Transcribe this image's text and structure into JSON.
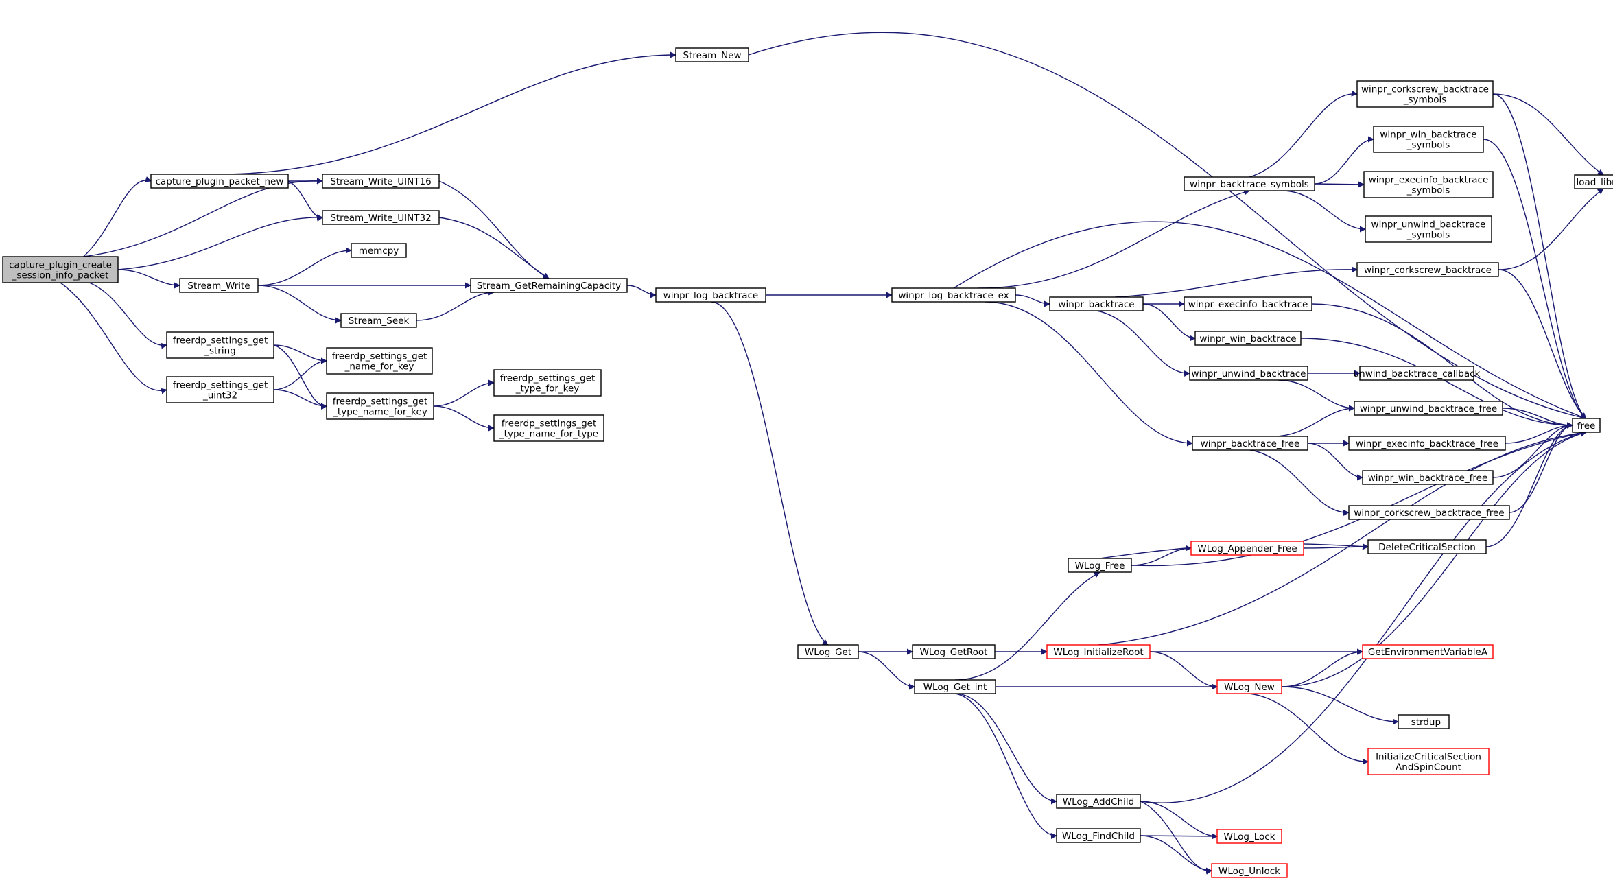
{
  "graph": {
    "colors": {
      "edge": "#191970",
      "node_border": "#000000",
      "node_border_truncated": "#ff0000",
      "root_fill": "#bfbfbf",
      "node_fill": "#ffffff"
    },
    "nodes": [
      {
        "id": "root",
        "lines": [
          "capture_plugin_create",
          "_session_info_packet"
        ],
        "style": "root"
      },
      {
        "id": "packet_new",
        "lines": [
          "capture_plugin_packet_new"
        ]
      },
      {
        "id": "stream_new",
        "lines": [
          "Stream_New"
        ]
      },
      {
        "id": "write_u16",
        "lines": [
          "Stream_Write_UINT16"
        ]
      },
      {
        "id": "write_u32",
        "lines": [
          "Stream_Write_UINT32"
        ]
      },
      {
        "id": "memcpy",
        "lines": [
          "memcpy"
        ]
      },
      {
        "id": "stream_write",
        "lines": [
          "Stream_Write"
        ]
      },
      {
        "id": "get_rem_cap",
        "lines": [
          "Stream_GetRemainingCapacity"
        ]
      },
      {
        "id": "stream_seek",
        "lines": [
          "Stream_Seek"
        ]
      },
      {
        "id": "fs_get_string",
        "lines": [
          "freerdp_settings_get",
          "_string"
        ]
      },
      {
        "id": "fs_get_name",
        "lines": [
          "freerdp_settings_get",
          "_name_for_key"
        ]
      },
      {
        "id": "fs_get_uint32",
        "lines": [
          "freerdp_settings_get",
          "_uint32"
        ]
      },
      {
        "id": "fs_get_type_name",
        "lines": [
          "freerdp_settings_get",
          "_type_name_for_key"
        ]
      },
      {
        "id": "fs_get_type_key",
        "lines": [
          "freerdp_settings_get",
          "_type_for_key"
        ]
      },
      {
        "id": "fs_get_type_type",
        "lines": [
          "freerdp_settings_get",
          "_type_name_for_type"
        ]
      },
      {
        "id": "log_bt",
        "lines": [
          "winpr_log_backtrace"
        ]
      },
      {
        "id": "log_bt_ex",
        "lines": [
          "winpr_log_backtrace_ex"
        ]
      },
      {
        "id": "bt_symbols",
        "lines": [
          "winpr_backtrace_symbols"
        ]
      },
      {
        "id": "backtrace",
        "lines": [
          "winpr_backtrace"
        ]
      },
      {
        "id": "bt_free",
        "lines": [
          "winpr_backtrace_free"
        ]
      },
      {
        "id": "cork_sym",
        "lines": [
          "winpr_corkscrew_backtrace",
          "_symbols"
        ]
      },
      {
        "id": "win_sym",
        "lines": [
          "winpr_win_backtrace",
          "_symbols"
        ]
      },
      {
        "id": "exec_sym",
        "lines": [
          "winpr_execinfo_backtrace",
          "_symbols"
        ]
      },
      {
        "id": "unwind_sym",
        "lines": [
          "winpr_unwind_backtrace",
          "_symbols"
        ]
      },
      {
        "id": "cork_bt",
        "lines": [
          "winpr_corkscrew_backtrace"
        ]
      },
      {
        "id": "exec_bt",
        "lines": [
          "winpr_execinfo_backtrace"
        ]
      },
      {
        "id": "win_bt",
        "lines": [
          "winpr_win_backtrace"
        ]
      },
      {
        "id": "unwind_bt",
        "lines": [
          "winpr_unwind_backtrace"
        ]
      },
      {
        "id": "unwind_cb",
        "lines": [
          "unwind_backtrace_callback"
        ]
      },
      {
        "id": "unwind_free",
        "lines": [
          "winpr_unwind_backtrace_free"
        ]
      },
      {
        "id": "exec_free",
        "lines": [
          "winpr_execinfo_backtrace_free"
        ]
      },
      {
        "id": "win_free",
        "lines": [
          "winpr_win_backtrace_free"
        ]
      },
      {
        "id": "cork_free",
        "lines": [
          "winpr_corkscrew_backtrace_free"
        ]
      },
      {
        "id": "load_library",
        "lines": [
          "load_library"
        ]
      },
      {
        "id": "free",
        "lines": [
          "free"
        ]
      },
      {
        "id": "delete_cs",
        "lines": [
          "DeleteCriticalSection"
        ]
      },
      {
        "id": "wlog_free",
        "lines": [
          "WLog_Free"
        ]
      },
      {
        "id": "appender_free",
        "lines": [
          "WLog_Appender_Free"
        ],
        "style": "truncated"
      },
      {
        "id": "wlog_get",
        "lines": [
          "WLog_Get"
        ]
      },
      {
        "id": "wlog_getroot",
        "lines": [
          "WLog_GetRoot"
        ]
      },
      {
        "id": "init_root",
        "lines": [
          "WLog_InitializeRoot"
        ],
        "style": "truncated"
      },
      {
        "id": "get_env",
        "lines": [
          "GetEnvironmentVariableA"
        ],
        "style": "truncated"
      },
      {
        "id": "wlog_get_int",
        "lines": [
          "WLog_Get_int"
        ]
      },
      {
        "id": "wlog_new",
        "lines": [
          "WLog_New"
        ],
        "style": "truncated"
      },
      {
        "id": "strdup",
        "lines": [
          "_strdup"
        ]
      },
      {
        "id": "init_cs",
        "lines": [
          "InitializeCriticalSection",
          "AndSpinCount"
        ],
        "style": "truncated"
      },
      {
        "id": "add_child",
        "lines": [
          "WLog_AddChild"
        ]
      },
      {
        "id": "find_child",
        "lines": [
          "WLog_FindChild"
        ]
      },
      {
        "id": "wlog_lock",
        "lines": [
          "WLog_Lock"
        ],
        "style": "truncated"
      },
      {
        "id": "wlog_unlock",
        "lines": [
          "WLog_Unlock"
        ],
        "style": "truncated"
      }
    ],
    "edges": [
      [
        "root",
        "packet_new"
      ],
      [
        "root",
        "write_u16"
      ],
      [
        "root",
        "write_u32"
      ],
      [
        "root",
        "stream_write"
      ],
      [
        "root",
        "fs_get_string"
      ],
      [
        "root",
        "fs_get_uint32"
      ],
      [
        "packet_new",
        "stream_new"
      ],
      [
        "packet_new",
        "write_u16"
      ],
      [
        "packet_new",
        "write_u32"
      ],
      [
        "stream_new",
        "free"
      ],
      [
        "write_u16",
        "get_rem_cap"
      ],
      [
        "write_u32",
        "get_rem_cap"
      ],
      [
        "stream_write",
        "memcpy"
      ],
      [
        "stream_write",
        "get_rem_cap"
      ],
      [
        "stream_write",
        "stream_seek"
      ],
      [
        "stream_seek",
        "get_rem_cap"
      ],
      [
        "get_rem_cap",
        "log_bt"
      ],
      [
        "fs_get_string",
        "fs_get_name"
      ],
      [
        "fs_get_string",
        "fs_get_type_name"
      ],
      [
        "fs_get_uint32",
        "fs_get_name"
      ],
      [
        "fs_get_uint32",
        "fs_get_type_name"
      ],
      [
        "fs_get_type_name",
        "fs_get_type_key"
      ],
      [
        "fs_get_type_name",
        "fs_get_type_type"
      ],
      [
        "log_bt",
        "log_bt_ex"
      ],
      [
        "log_bt",
        "wlog_get"
      ],
      [
        "log_bt_ex",
        "free"
      ],
      [
        "log_bt_ex",
        "bt_symbols"
      ],
      [
        "log_bt_ex",
        "backtrace"
      ],
      [
        "log_bt_ex",
        "bt_free"
      ],
      [
        "bt_symbols",
        "cork_sym"
      ],
      [
        "bt_symbols",
        "win_sym"
      ],
      [
        "bt_symbols",
        "exec_sym"
      ],
      [
        "bt_symbols",
        "unwind_sym"
      ],
      [
        "cork_sym",
        "load_library"
      ],
      [
        "cork_sym",
        "free"
      ],
      [
        "win_sym",
        "free"
      ],
      [
        "backtrace",
        "cork_bt"
      ],
      [
        "backtrace",
        "exec_bt"
      ],
      [
        "backtrace",
        "win_bt"
      ],
      [
        "backtrace",
        "unwind_bt"
      ],
      [
        "cork_bt",
        "load_library"
      ],
      [
        "cork_bt",
        "free"
      ],
      [
        "exec_bt",
        "free"
      ],
      [
        "win_bt",
        "free"
      ],
      [
        "unwind_bt",
        "unwind_cb"
      ],
      [
        "unwind_bt",
        "unwind_free"
      ],
      [
        "bt_free",
        "unwind_free"
      ],
      [
        "bt_free",
        "exec_free"
      ],
      [
        "bt_free",
        "win_free"
      ],
      [
        "bt_free",
        "cork_free"
      ],
      [
        "unwind_free",
        "free"
      ],
      [
        "exec_free",
        "free"
      ],
      [
        "win_free",
        "free"
      ],
      [
        "cork_free",
        "free"
      ],
      [
        "wlog_free",
        "delete_cs"
      ],
      [
        "wlog_free",
        "appender_free"
      ],
      [
        "wlog_free",
        "free"
      ],
      [
        "appender_free",
        "delete_cs"
      ],
      [
        "delete_cs",
        "free"
      ],
      [
        "wlog_get",
        "wlog_getroot"
      ],
      [
        "wlog_get",
        "wlog_get_int"
      ],
      [
        "wlog_getroot",
        "init_root"
      ],
      [
        "init_root",
        "free"
      ],
      [
        "init_root",
        "get_env"
      ],
      [
        "init_root",
        "wlog_new"
      ],
      [
        "wlog_get_int",
        "wlog_free"
      ],
      [
        "wlog_get_int",
        "wlog_new"
      ],
      [
        "wlog_get_int",
        "add_child"
      ],
      [
        "wlog_get_int",
        "find_child"
      ],
      [
        "wlog_new",
        "get_env"
      ],
      [
        "wlog_new",
        "free"
      ],
      [
        "wlog_new",
        "strdup"
      ],
      [
        "wlog_new",
        "init_cs"
      ],
      [
        "add_child",
        "free"
      ],
      [
        "add_child",
        "wlog_lock"
      ],
      [
        "add_child",
        "wlog_unlock"
      ],
      [
        "find_child",
        "wlog_lock"
      ],
      [
        "find_child",
        "wlog_unlock"
      ]
    ]
  }
}
